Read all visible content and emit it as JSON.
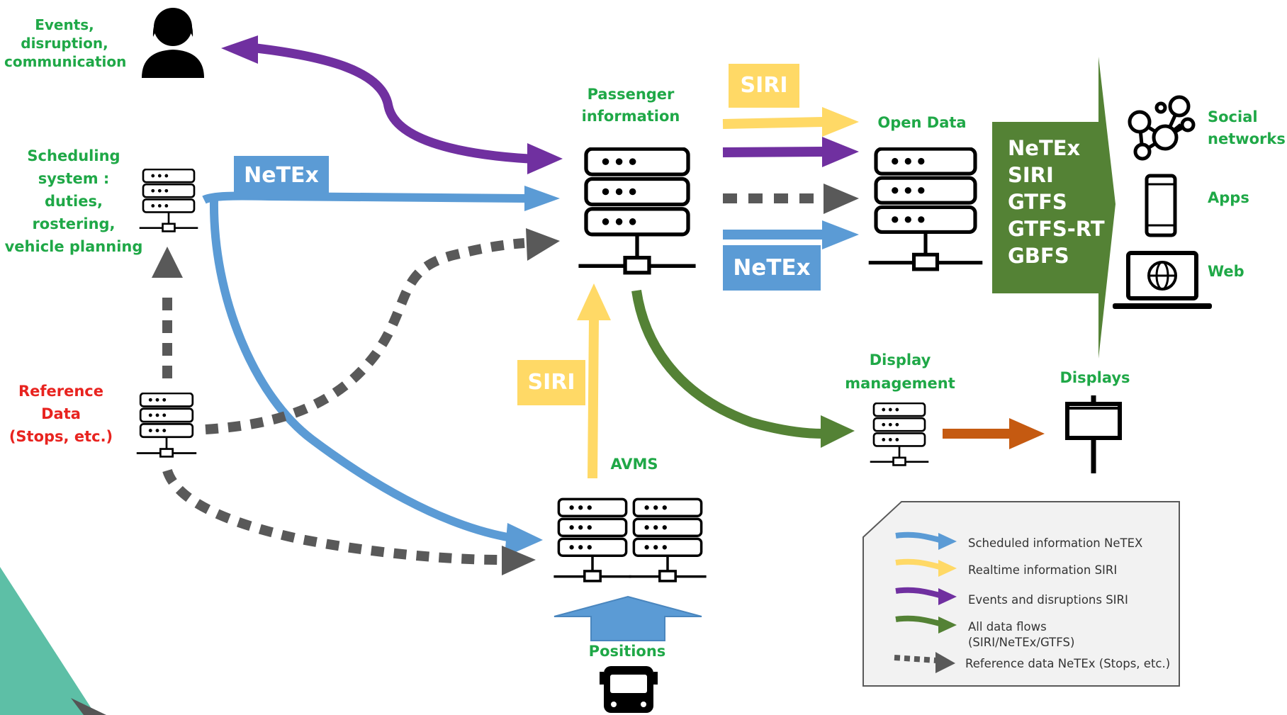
{
  "colors": {
    "scheduled": "#5b9bd5",
    "realtime": "#ffd966",
    "events": "#7030a0",
    "all_flows": "#548235",
    "reference": "#595959",
    "display_link": "#c55a11",
    "open_data_panel": "#548235",
    "label_green": "#1fa847",
    "label_red": "#e8231f",
    "corner_shape": "#5dbfa6"
  },
  "labels": {
    "events": "Events,\ndisruption,\ncommunication",
    "scheduling": "Scheduling\nsystem :\nduties,\nrostering,\nvehicle planning",
    "reference": "Reference\nData\n(Stops, etc.)",
    "passenger_info": "Passenger\ninformation",
    "open_data": "Open Data",
    "display_management": "Display\nmanagement",
    "displays": "Displays",
    "avms": "AVMS",
    "positions": "Positions",
    "social": "Social\nnetworks",
    "apps": "Apps",
    "web": "Web"
  },
  "tags": {
    "netex_left": "NeTEx",
    "siri_top": "SIRI",
    "netex_right": "NeTEx",
    "siri_vertical": "SIRI"
  },
  "open_data_formats": [
    "NeTEx",
    "SIRI",
    "GTFS",
    "GTFS-RT",
    "GBFS"
  ],
  "icons": {
    "person": "person-icon",
    "server": "server-icon",
    "bus": "bus-icon",
    "social": "social-network-icon",
    "phone": "smartphone-icon",
    "laptop": "laptop-icon",
    "display": "display-sign-icon"
  },
  "legend": {
    "items": [
      {
        "text": "Scheduled information NeTEX",
        "color": "#5b9bd5",
        "style": "solid"
      },
      {
        "text": "Realtime information SIRI",
        "color": "#ffd966",
        "style": "solid"
      },
      {
        "text": "Events and disruptions SIRI",
        "color": "#7030a0",
        "style": "solid"
      },
      {
        "text": "All data flows\n(SIRI/NeTEx/GTFS)",
        "color": "#548235",
        "style": "solid"
      },
      {
        "text": "Reference data NeTEx (Stops, etc.)",
        "color": "#595959",
        "style": "dotted"
      }
    ]
  }
}
